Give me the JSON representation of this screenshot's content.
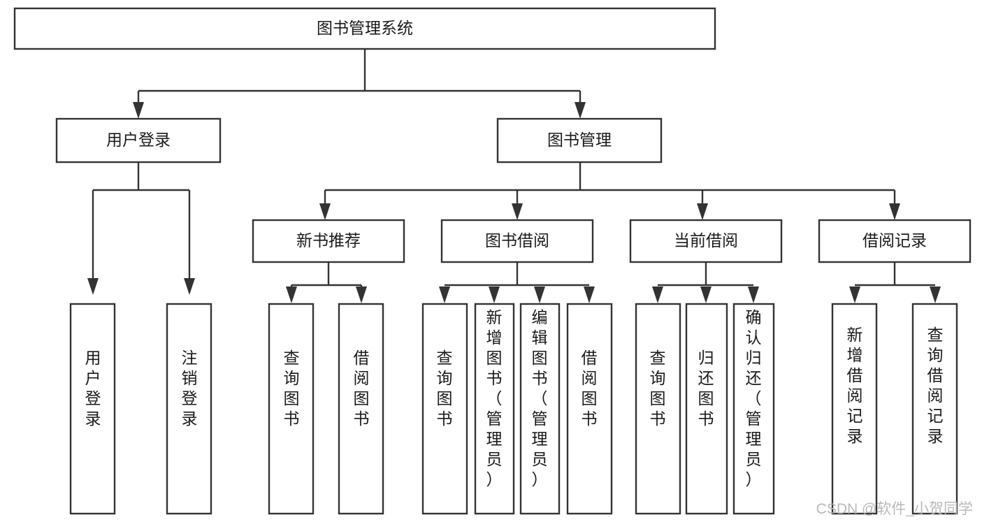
{
  "diagram": {
    "type": "tree",
    "orientation": "top-down",
    "title": "图书管理系统",
    "theme": {
      "background": "#ffffff",
      "box_fill": "#ffffff",
      "box_stroke": "#333333",
      "text_color": "#1a1a1a",
      "watermark_color": "#b9b9b9"
    },
    "nodes": {
      "root": {
        "label": "图书管理系统"
      },
      "level2": [
        {
          "label": "用户登录"
        },
        {
          "label": "图书管理"
        }
      ],
      "level3": [
        {
          "label": "新书推荐"
        },
        {
          "label": "图书借阅"
        },
        {
          "label": "当前借阅"
        },
        {
          "label": "借阅记录"
        }
      ],
      "leaves": {
        "user_login": [
          {
            "label": "用户登录"
          },
          {
            "label": "注销登录"
          }
        ],
        "new_book_recommend": [
          {
            "label": "查询图书"
          },
          {
            "label": "借阅图书"
          }
        ],
        "book_borrow": [
          {
            "label": "查询图书"
          },
          {
            "label": "新增图书（管理员）"
          },
          {
            "label": "编辑图书（管理员）"
          },
          {
            "label": "借阅图书"
          }
        ],
        "current_borrow": [
          {
            "label": "查询图书"
          },
          {
            "label": "归还图书"
          },
          {
            "label": "确认归还（管理员）"
          }
        ],
        "borrow_record": [
          {
            "label": "新增借阅记录"
          },
          {
            "label": "查询借阅记录"
          }
        ]
      }
    },
    "watermark": "CSDN @软件_小贺同学"
  }
}
